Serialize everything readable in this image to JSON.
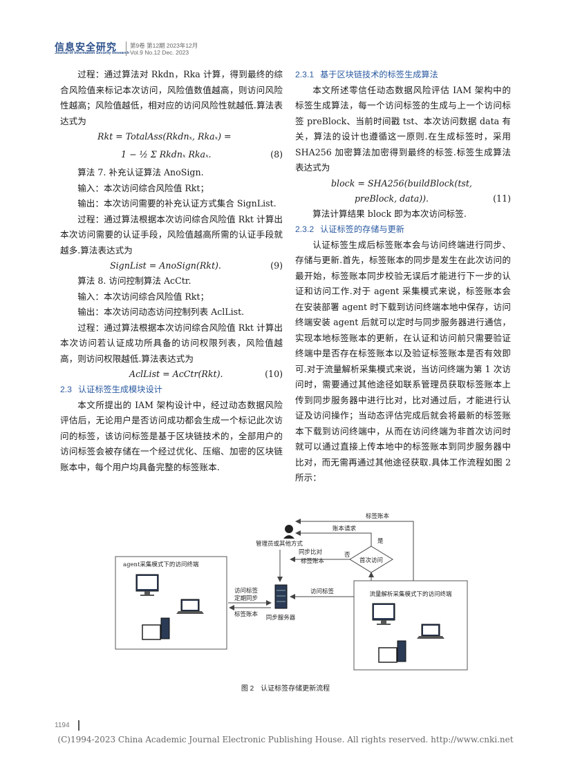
{
  "header": {
    "journal_cn": "信息安全研究",
    "journal_en": "Journal of Information Security Research",
    "issue_cn": "第9卷 第12期 2023年12月",
    "issue_en": "Vol.9 No.12 Dec. 2023"
  },
  "left": {
    "p1": "过程：通过算法对 Rkdn，Rka 计算，得到最终的综合风险值来标记本次访问，风险值数值越高，则访问风险性越高；风险值越低，相对应的访问风险性就越低.算法表达式为",
    "eq8_line1": "Rkt = TotalAss(Rkdnₓ, Rkaₓ) =",
    "eq8_line2": "1 − ½ Σ Rkdnₓ Rkaₓ.",
    "eq8_num": "(8)",
    "alg7": "算法 7. 补充认证算法 AnoSign.",
    "alg7_in": "输入：本次访问综合风险值 Rkt；",
    "alg7_out": "输出：本次访问需要的补充认证方式集合 SignList.",
    "alg7_proc": "过程：通过算法根据本次访问综合风险值 Rkt 计算出本次访问需要的认证手段，风险值越高所需的认证手段就越多.算法表达式为",
    "eq9": "SignList = AnoSign(Rkt).",
    "eq9_num": "(9)",
    "alg8": "算法 8. 访问控制算法 AcCtr.",
    "alg8_in": "输入：本次访问综合风险值 Rkt；",
    "alg8_out": "输出：本次访问动态访问控制列表 AclList.",
    "alg8_proc": "过程：通过算法根据本次访问综合风险值 Rkt 计算出本次访问若认证成功所具备的访问权限列表，风险值越高，则访问权限越低.算法表达式为",
    "eq10": "AclList = AcCtr(Rkt).",
    "eq10_num": "(10)",
    "sec23_num": "2.3",
    "sec23_title": "认证标签生成模块设计",
    "p_sec23": "本文所提出的 IAM 架构设计中，经过动态数据风险评估后，无论用户是否访问成功都会生成一个标记此次访问的标签，该访问标签是基于区块链技术的，全部用户的访问标签会被存储在一个经过优化、压缩、加密的区块链账本中，每个用户均具备完整的标签账本."
  },
  "right": {
    "sec231_num": "2.3.1",
    "sec231_title": "基于区块链技术的标签生成算法",
    "p231": "本文所述零信任动态数据风险评估 IAM 架构中的标签生成算法，每一个访问标签的生成与上一个访问标签 preBlock、当前时间戳 tst、本次访问数据 data 有关，算法的设计也遵循这一原则.在生成标签时，采用 SHA256 加密算法加密得到最终的标签.标签生成算法表达式为",
    "eq11_line1": "block = SHA256(buildBlock(tst,",
    "eq11_line2": "preBlock, data)).",
    "eq11_num": "(11)",
    "p231_end": "算法计算结果 block 即为本次访问标签.",
    "sec232_num": "2.3.2",
    "sec232_title": "认证标签的存储与更新",
    "p232": "认证标签生成后标签账本会与访问终端进行同步、存储与更新.首先，标签账本的同步是发生在此次访问的最开始，标签账本同步校验无误后才能进行下一步的认证和访问工作.对于 agent 采集模式来说，标签账本会在安装部署 agent 时下载到访问终端本地中保存，访问终端安装 agent 后就可以定时与同步服务器进行通信，实现本地标签账本的更新，在认证和访问前只需要验证终端中是否存在标签账本以及验证标签账本是否有效即可.对于流量解析采集模式来说，当访问终端为第 1 次访问时，需要通过其他途径如联系管理员获取标签账本上传到同步服务器中进行比对，比对通过后，才能进行认证及访问操作；当动态评估完成后就会将最新的标签账本下载到访问终端中，从而在访问终端为非首次访问时就可以通过直接上传本地中的标签账本到同步服务器中比对，而无需再通过其他途径获取.具体工作流程如图 2 所示："
  },
  "figure": {
    "ledger_top": "标签账本",
    "ledger_request": "账本请求",
    "yes": "是",
    "no": "否",
    "admin": "管理员或其他方式",
    "sync_compare_1": "同步比对",
    "sync_compare_2": "标签账本",
    "first_visit": "首次访问",
    "agent_box": "agent采集模式下的访问终端",
    "traffic_box": "流量解析采集模式下的访问终端",
    "access_tag_1": "访问标签",
    "access_tag_2": "定期同步",
    "ledger_bottom": "标签账本",
    "access_tag_right": "访问标签",
    "sync_server": "同步服务器",
    "caption": "图 2　认证标签存储更新流程"
  },
  "page_number": "1194",
  "footer": "(C)1994-2023 China Academic Journal Electronic Publishing House. All rights reserved.    http://www.cnki.net"
}
